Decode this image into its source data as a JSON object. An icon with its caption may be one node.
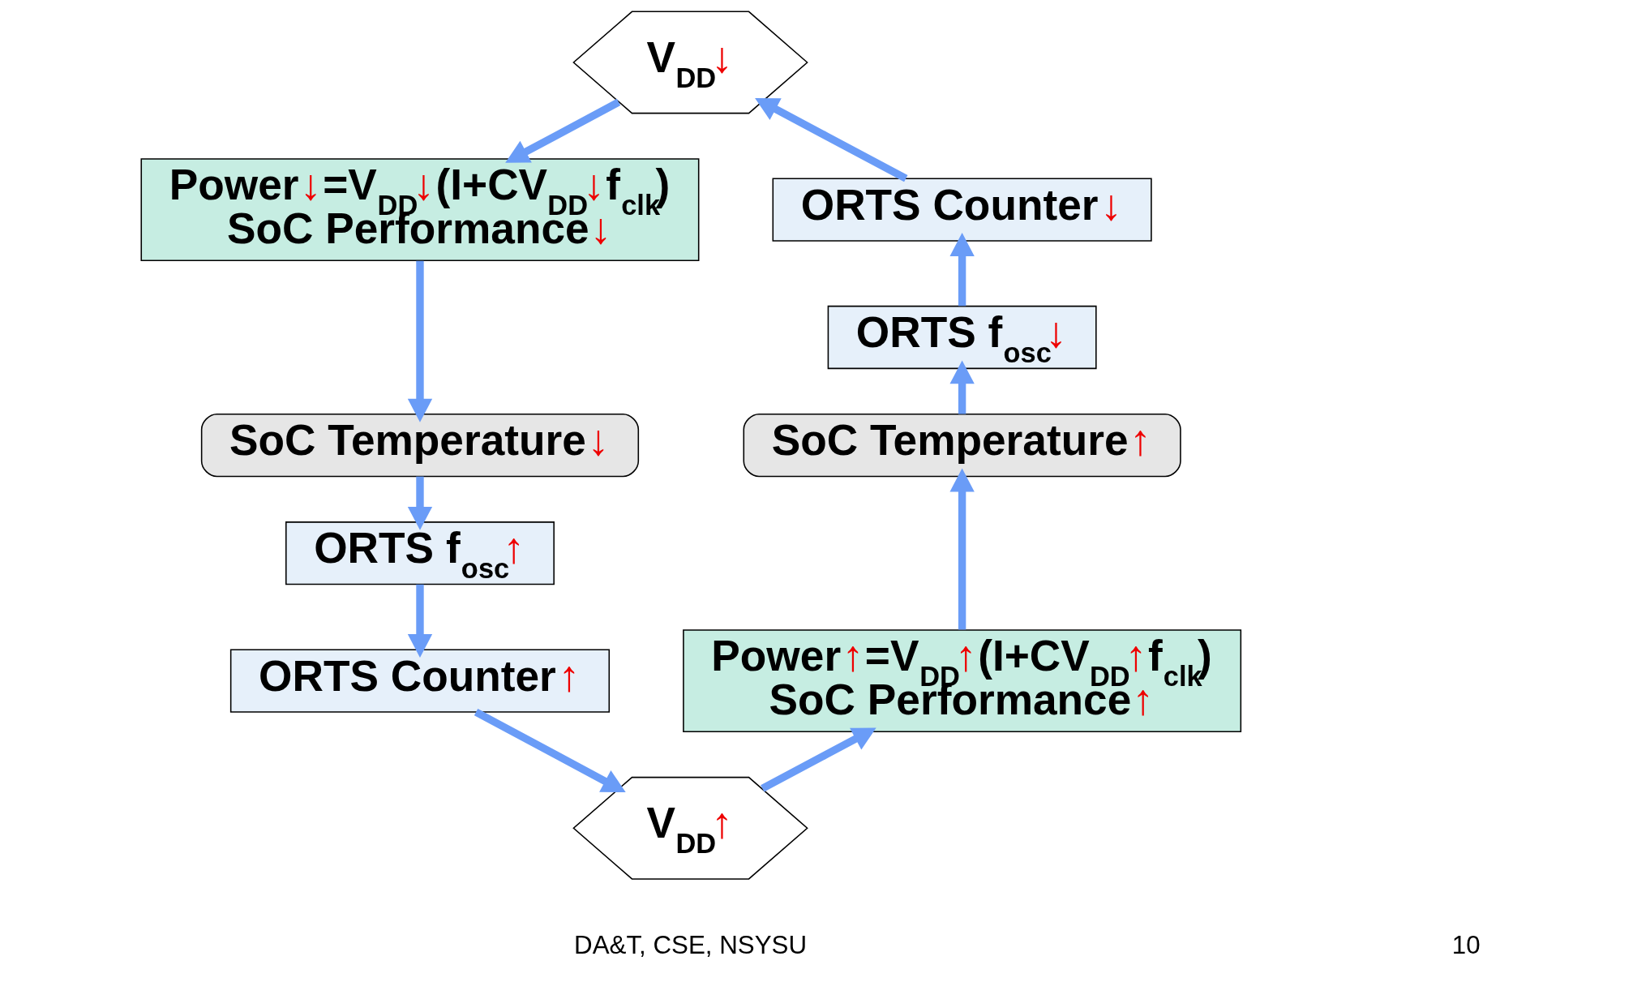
{
  "diagram": {
    "nodes": [
      {
        "text": [
          "V$_{DD}$↓"
        ]
      },
      {
        "text": [
          "Power↓=V$_{DD}$↓(I+CV$_{DD}$↓f$_{clk}$)",
          "SoC Performance↓"
        ]
      },
      {
        "text": [
          "SoC Temperature↓"
        ]
      },
      {
        "text": [
          "ORTS f$_{osc}$↑"
        ]
      },
      {
        "text": [
          "ORTS Counter↑"
        ]
      },
      {
        "text": [
          "V$_{DD}$↑"
        ]
      },
      {
        "text": [
          "Power↑=V$_{DD}$↑(I+CV$_{DD}$↑f$_{clk}$)",
          "SoC Performance↑"
        ]
      },
      {
        "text": [
          "SoC Temperature↑"
        ]
      },
      {
        "text": [
          "ORTS f$_{osc}$↓"
        ]
      },
      {
        "text": [
          "ORTS Counter↓"
        ]
      }
    ],
    "edges": [
      {
        "from": 0,
        "to": 1,
        "arrow": "to"
      },
      {
        "from": 1,
        "to": 2,
        "arrow": "to"
      },
      {
        "from": 2,
        "to": 3,
        "arrow": "to"
      },
      {
        "from": 3,
        "to": 4,
        "arrow": "to"
      },
      {
        "from": 4,
        "to": 5,
        "arrow": "to"
      },
      {
        "from": 5,
        "to": 6,
        "arrow": "to"
      },
      {
        "from": 6,
        "to": 7,
        "arrow": "to"
      },
      {
        "from": 7,
        "to": 8,
        "arrow": "to"
      },
      {
        "from": 8,
        "to": 9,
        "arrow": "to"
      },
      {
        "from": 9,
        "to": 0,
        "arrow": "to"
      }
    ],
    "labels": [
      "DA&T, CSE, NSYSU",
      "10"
    ]
  }
}
